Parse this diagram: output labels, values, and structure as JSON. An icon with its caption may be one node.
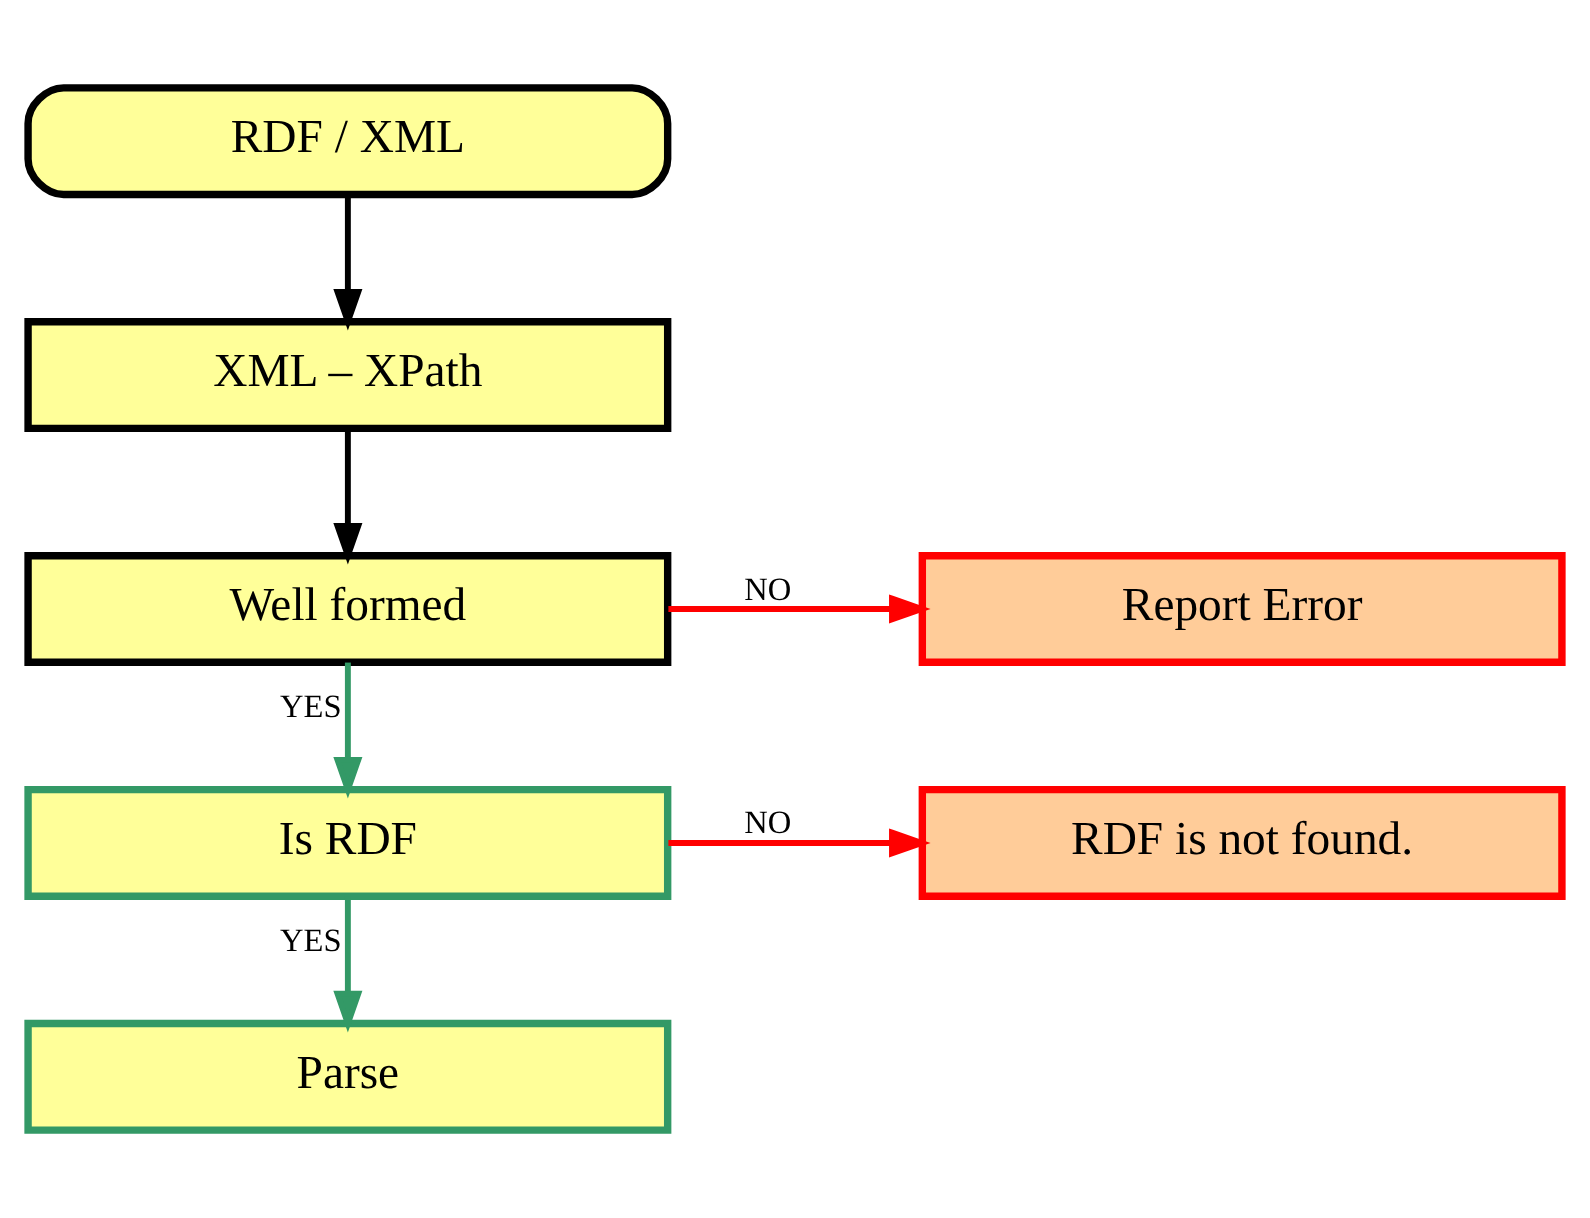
{
  "diagram": {
    "nodes": [
      {
        "text": [
          "RDF / XML"
        ]
      },
      {
        "text": [
          "XML – XPath"
        ]
      },
      {
        "text": [
          "Well formed"
        ]
      },
      {
        "text": [
          "Report Error"
        ]
      },
      {
        "text": [
          "Is RDF"
        ]
      },
      {
        "text": [
          "RDF is not found."
        ]
      },
      {
        "text": [
          "Parse"
        ]
      }
    ],
    "edges": [
      {
        "from": 0,
        "to": 1,
        "arrow": "to"
      },
      {
        "from": 1,
        "to": 2,
        "arrow": "to"
      },
      {
        "from": 2,
        "to": 3,
        "arrow": "to",
        "label": "NO",
        "color": "#ff0000"
      },
      {
        "from": 2,
        "to": 4,
        "arrow": "to",
        "label": "YES",
        "color": "#339966"
      },
      {
        "from": 4,
        "to": 5,
        "arrow": "to",
        "label": "NO",
        "color": "#ff0000"
      },
      {
        "from": 4,
        "to": 6,
        "arrow": "to",
        "label": "YES",
        "color": "#339966"
      }
    ]
  }
}
